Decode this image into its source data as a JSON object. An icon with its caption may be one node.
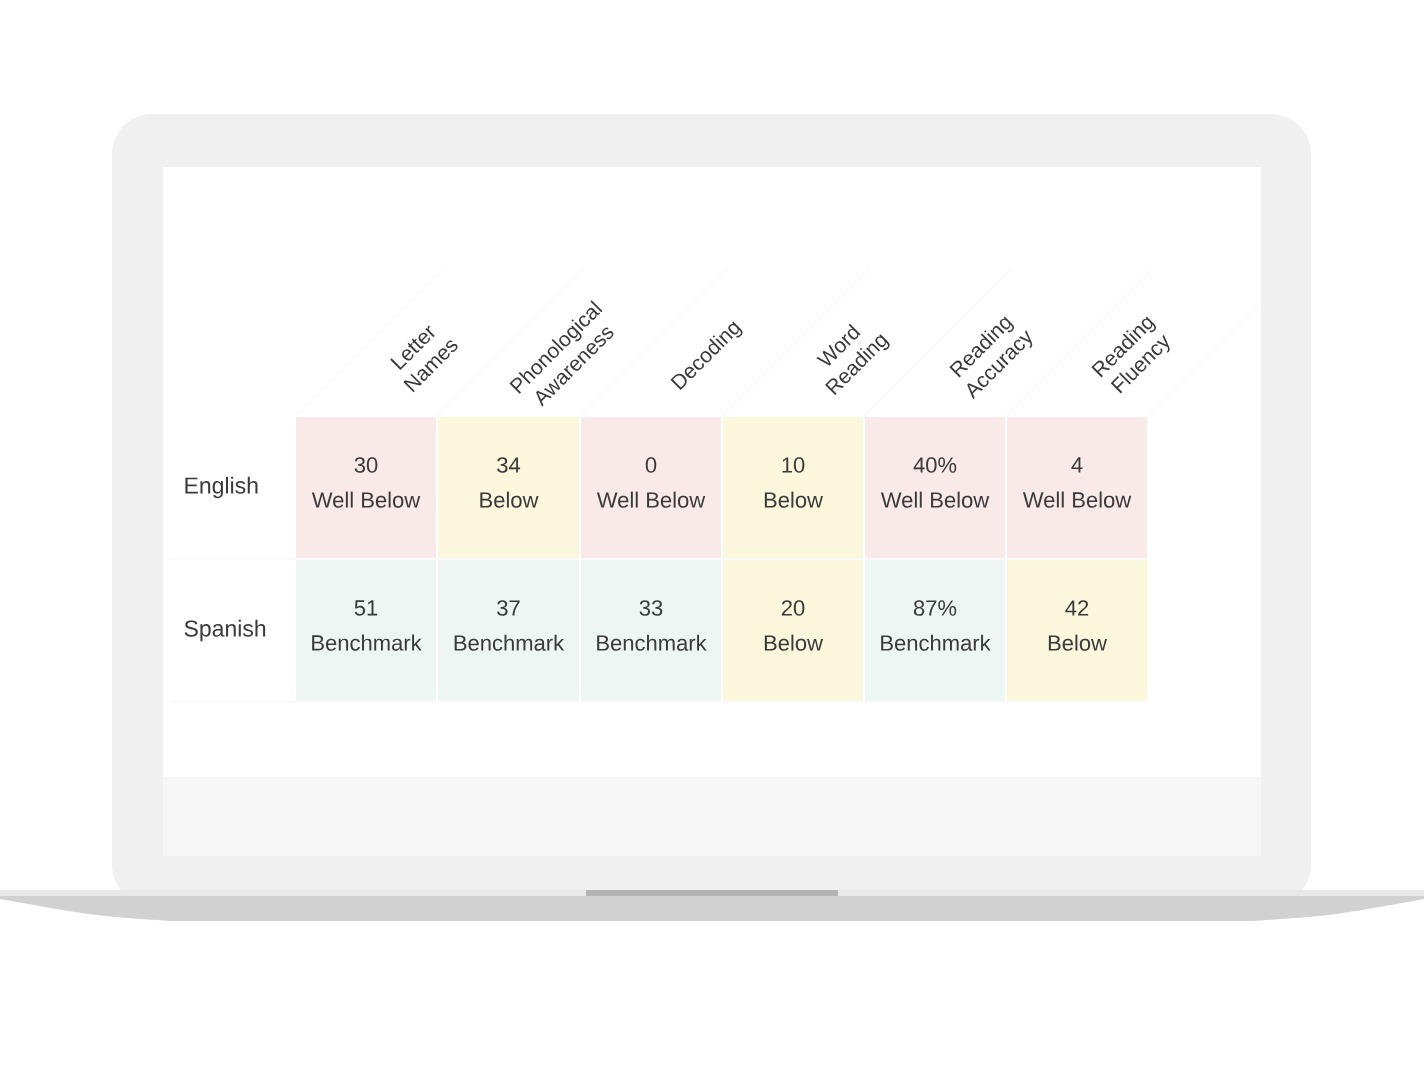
{
  "diagram": {
    "labels": [
      "Letter Names",
      "Phonological Awareness",
      "Decoding",
      "Word Reading",
      "Reading Accuracy",
      "Reading Fluency",
      "English",
      "30",
      "Well Below",
      "34",
      "Below",
      "0",
      "Well Below",
      "10",
      "Below",
      "40%",
      "Well Below",
      "4",
      "Well Below",
      "Spanish",
      "51",
      "Benchmark",
      "37",
      "Benchmark",
      "33",
      "Benchmark",
      "20",
      "Below",
      "87%",
      "Benchmark",
      "42",
      "Below"
    ]
  }
}
